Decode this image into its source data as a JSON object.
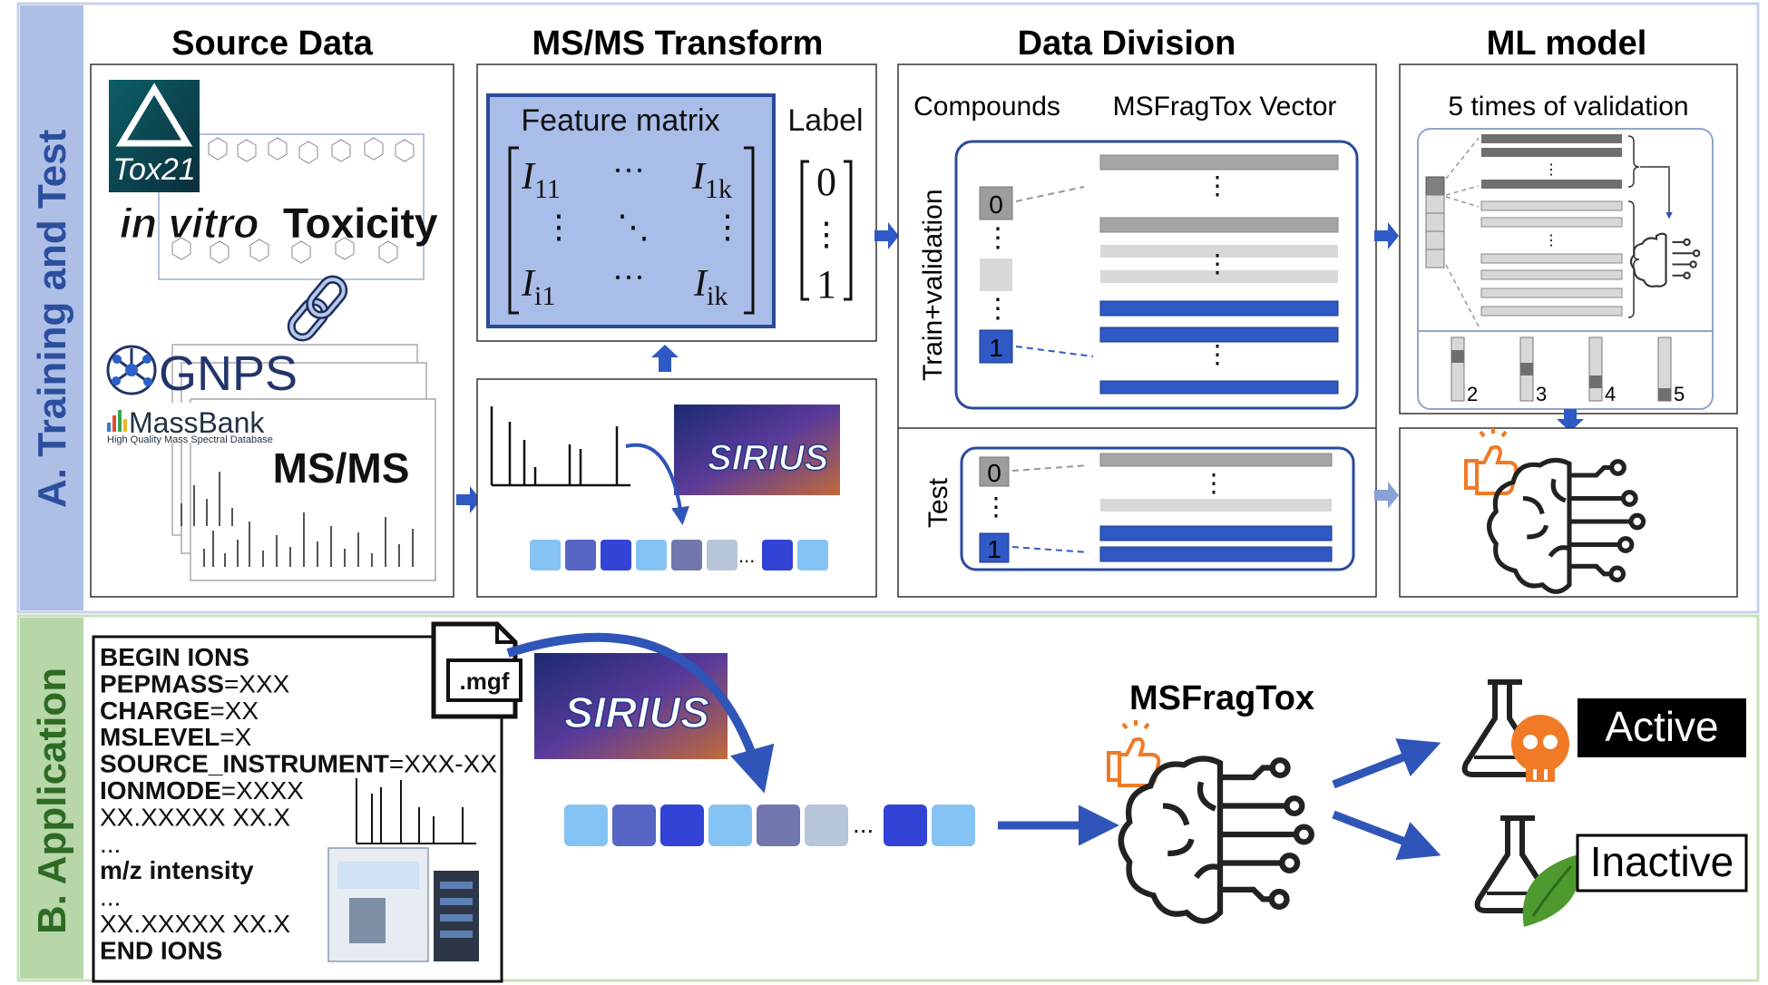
{
  "sections": {
    "a_label": "A. Training and Test",
    "b_label": "B. Application"
  },
  "panels": {
    "source_data": {
      "title": "Source Data",
      "tox21_logo": "Tox21",
      "in_vitro_text": "in vitro",
      "toxicity_text": "Toxicity",
      "gnps_logo": "GNPS",
      "massbank_logo": "MassBank",
      "massbank_tagline": "High Quality Mass Spectral Database",
      "msms_text": "MS/MS"
    },
    "msms_transform": {
      "title": "MS/MS Transform",
      "feature_matrix_label": "Feature matrix",
      "label_header": "Label",
      "label_top": "0",
      "label_bottom": "1",
      "sirius_logo": "SIRIUS",
      "ellipsis": "..."
    },
    "data_division": {
      "title": "Data Division",
      "compounds_label": "Compounds",
      "vector_label": "MSFragTox Vector",
      "train_validation_label": "Train+validation",
      "test_label": "Test",
      "class_0": "0",
      "class_1": "1"
    },
    "ml_model": {
      "title": "ML model",
      "validation_label": "5 times of validation",
      "fold_labels": [
        "2",
        "3",
        "4",
        "5"
      ]
    }
  },
  "application": {
    "mgf_lines": [
      {
        "key": "BEGIN IONS",
        "value": ""
      },
      {
        "key": "PEPMASS",
        "value": "=XXX"
      },
      {
        "key": "CHARGE",
        "value": "=XX"
      },
      {
        "key": "MSLEVEL",
        "value": "=X"
      },
      {
        "key": "SOURCE_INSTRUMENT",
        "value": "=XXX-XX"
      },
      {
        "key": "IONMODE",
        "value": "=XXXX"
      },
      {
        "key": "",
        "value": "XX.XXXXX XX.X"
      },
      {
        "key": "",
        "value": "..."
      },
      {
        "key": "m/z   intensity",
        "value": ""
      },
      {
        "key": "",
        "value": "..."
      },
      {
        "key": "",
        "value": "XX.XXXXX XX.X"
      },
      {
        "key": "END IONS",
        "value": ""
      }
    ],
    "file_icon_label": ".mgf",
    "sirius_logo": "SIRIUS",
    "ellipsis": "...",
    "model_name": "MSFragTox",
    "active_label": "Active",
    "inactive_label": "Inactive"
  },
  "colors": {
    "a_band": "#aebfe6",
    "b_band": "#b8d7a8",
    "dark_blue": "#2f59c5",
    "arrow_blue": "#2f55b8",
    "feature_fill": "#a9bde9",
    "feature_border": "#2a4b9a",
    "active_bg": "#000000",
    "skull_orange": "#f07a26",
    "leaf_green": "#4e9a2e"
  },
  "icons": {
    "chain": "chain-link-icon",
    "brain": "brain-circuit-icon",
    "thumbs_up": "thumbs-up-icon",
    "flask": "flask-icon",
    "skull": "skull-icon",
    "leaf": "leaf-icon",
    "file": "file-icon",
    "instrument": "mass-spectrometer-icon"
  }
}
